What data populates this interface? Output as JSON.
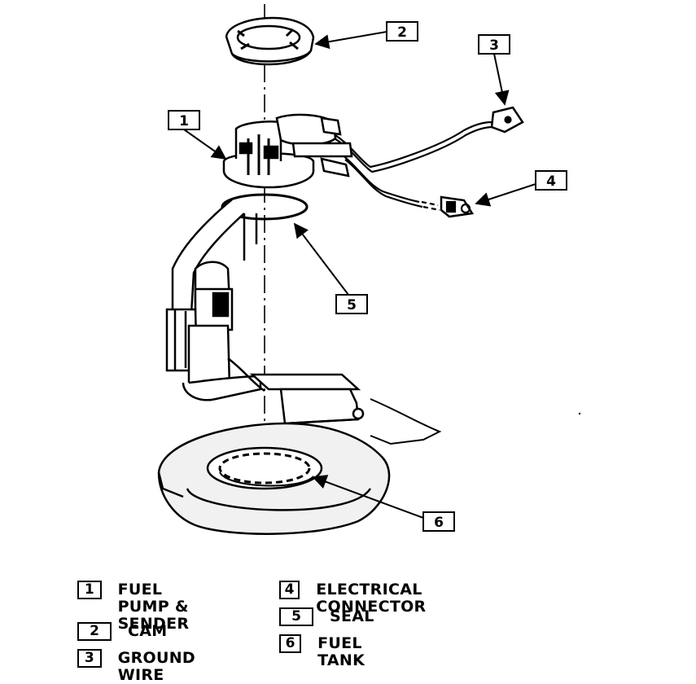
{
  "callouts": [
    {
      "id": "1",
      "label": "1"
    },
    {
      "id": "2",
      "label": "2"
    },
    {
      "id": "3",
      "label": "3"
    },
    {
      "id": "4",
      "label": "4"
    },
    {
      "id": "5",
      "label": "5"
    },
    {
      "id": "6",
      "label": "6"
    }
  ],
  "legend": [
    {
      "num": "1",
      "text": "FUEL PUMP &\nSENDER"
    },
    {
      "num": "2",
      "text": "CAM"
    },
    {
      "num": "3",
      "text": "GROUND WIRE"
    },
    {
      "num": "4",
      "text": "ELECTRICAL CONNECTOR"
    },
    {
      "num": "5",
      "text": "SEAL"
    },
    {
      "num": "6",
      "text": "FUEL TANK"
    }
  ]
}
